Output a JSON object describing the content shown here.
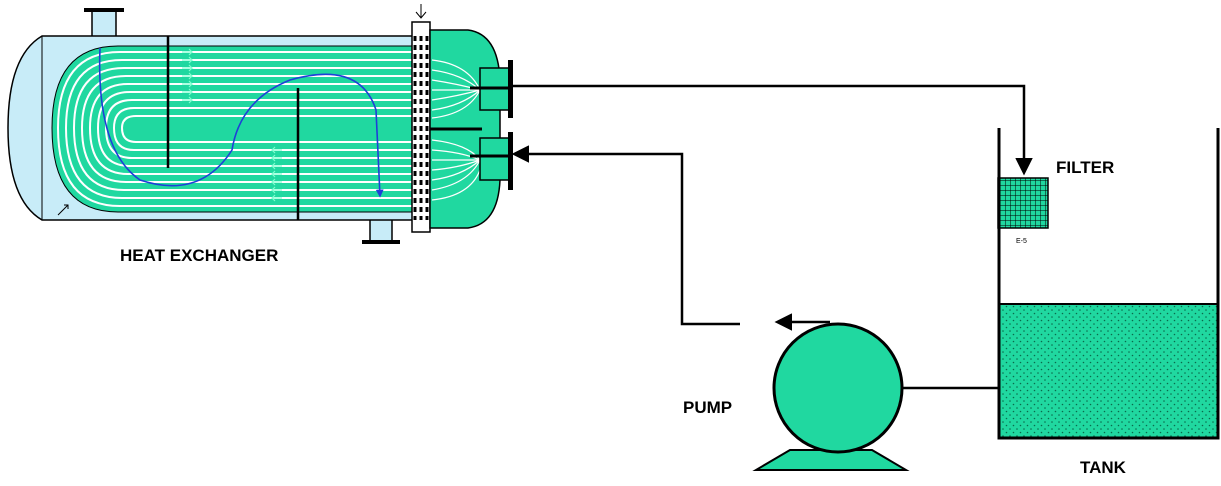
{
  "labels": {
    "heat_exchanger": "HEAT EXCHANGER",
    "filter": "FILTER",
    "filter_code": "E-5",
    "pump": "PUMP",
    "tank": "TANK"
  },
  "colors": {
    "fluid_green": "#20d8a0",
    "shell_blue": "#c8ecf8",
    "tube_white": "#ffffff",
    "pipe_black": "#000000",
    "shell_flow_blue": "#1f3fd8"
  }
}
